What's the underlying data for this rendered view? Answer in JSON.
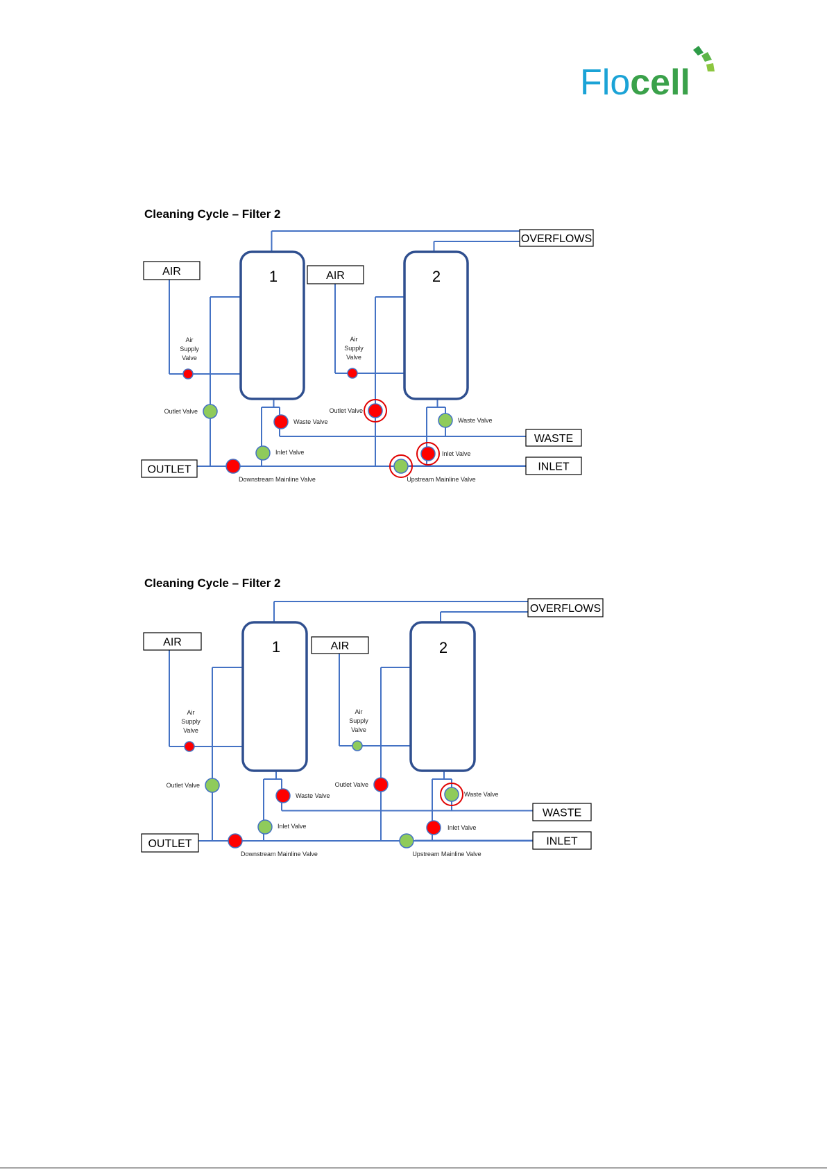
{
  "logo": {
    "text_flo": "Flo",
    "text_cell": "cell",
    "colors": {
      "flo": "#1ba3d6",
      "cell": "#3aa14a",
      "arc_dark": "#2e9b47",
      "arc_light": "#8cc63f"
    }
  },
  "colors": {
    "valve_open": "#8fcb5b",
    "valve_closed": "#ff0000",
    "pipe": "#4472c4",
    "vessel": "#2f4f8f",
    "highlight_ring": "#e00000"
  },
  "diagrams": [
    {
      "title": "Cleaning Cycle – Filter 2",
      "filter1_number": "1",
      "filter2_number": "2",
      "boxes": {
        "air_left": "AIR",
        "air_right": "AIR",
        "overflows": "OVERFLOWS",
        "waste": "WASTE",
        "inlet": "INLET",
        "outlet": "OUTLET"
      },
      "labels": {
        "air_supply_left": [
          "Air",
          "Supply",
          "Valve"
        ],
        "air_supply_right": [
          "Air",
          "Supply",
          "Valve"
        ],
        "outlet_valve_left": "Outlet Valve",
        "outlet_valve_right": "Outlet Valve",
        "waste_valve_left": "Waste Valve",
        "waste_valve_right": "Waste Valve",
        "inlet_valve_left": "Inlet Valve",
        "inlet_valve_right": "Inlet Valve",
        "downstream": "Downstream Mainline Valve",
        "upstream": "Upstream Mainline Valve"
      },
      "valves": {
        "air_supply_1": "closed",
        "air_supply_2": "closed",
        "outlet_1": "open",
        "outlet_2": "closed",
        "waste_1": "closed",
        "waste_2": "open",
        "inlet_1": "open",
        "inlet_2": "closed",
        "downstream": "closed",
        "upstream": "open"
      },
      "highlighted": [
        "outlet_2",
        "inlet_2",
        "upstream"
      ]
    },
    {
      "title": "Cleaning Cycle – Filter 2",
      "filter1_number": "1",
      "filter2_number": "2",
      "boxes": {
        "air_left": "AIR",
        "air_right": "AIR",
        "overflows": "OVERFLOWS",
        "waste": "WASTE",
        "inlet": "INLET",
        "outlet": "OUTLET"
      },
      "labels": {
        "air_supply_left": [
          "Air",
          "Supply",
          "Valve"
        ],
        "air_supply_right": [
          "Air",
          "Supply",
          "Valve"
        ],
        "outlet_valve_left": "Outlet Valve",
        "outlet_valve_right": "Outlet Valve",
        "waste_valve_left": "Waste Valve",
        "waste_valve_right": "Waste Valve",
        "inlet_valve_left": "Inlet Valve",
        "inlet_valve_right": "Inlet Valve",
        "downstream": "Downstream Mainline Valve",
        "upstream": "Upstream Mainline Valve"
      },
      "valves": {
        "air_supply_1": "closed",
        "air_supply_2": "open",
        "outlet_1": "open",
        "outlet_2": "closed",
        "waste_1": "closed",
        "waste_2": "open",
        "inlet_1": "open",
        "inlet_2": "closed",
        "downstream": "closed",
        "upstream": "open"
      },
      "highlighted": [
        "waste_2"
      ]
    }
  ]
}
